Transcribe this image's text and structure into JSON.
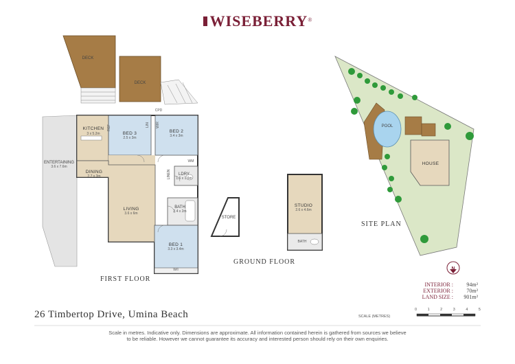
{
  "brand": {
    "name": "WISEBERRY",
    "reg": "®"
  },
  "first_floor": {
    "label": "FIRST FLOOR",
    "rooms": {
      "deck_1": "DECK",
      "deck_2": "DECK",
      "kitchen": "KITCHEN",
      "kitchen_dim": "3 x 5.2m",
      "bed3": "BED 3",
      "bed3_dim": "2.5 x 3m",
      "bed2": "BED 2",
      "bed2_dim": "3.4 x 3m",
      "entertaining": "ENTERTAINING",
      "entertaining_dim": "3.6 x 7.6m",
      "dining": "DINING",
      "dining_dim": "2.7 x 3m",
      "living": "LIVING",
      "living_dim": "3.6 x 6m",
      "bath": "BATH",
      "bath_dim": "2.4 x 2m",
      "ldry": "LDRY",
      "ldry_dim": "1.6 x 1.6m",
      "bed1": "BED 1",
      "bed1_dim": "3.3 x 3.4m",
      "lin": "LIN",
      "ref": "REF",
      "wir": "WIR",
      "wir_btm": "W/I",
      "linen": "LINEN",
      "wm": "WM",
      "cpd": "CPD"
    }
  },
  "ground_floor": {
    "label": "GROUND FLOOR",
    "store": "STORE",
    "studio": "STUDIO",
    "studio_dim": "2.6 x 4.6m",
    "bath": "BATH"
  },
  "site_plan": {
    "label": "SITE PLAN",
    "pool": "POOL",
    "house": "HOUSE"
  },
  "compass": {
    "label": "N"
  },
  "areas": [
    {
      "label": "INTERIOR :",
      "value": "94m²"
    },
    {
      "label": "EXTERIOR :",
      "value": "70m²"
    },
    {
      "label": "LAND SIZE :",
      "value": "901m²"
    }
  ],
  "address": "26 Timbertop Drive, Umina Beach",
  "scale": {
    "label": "SCALE (METRES)",
    "ticks": [
      "0",
      "1",
      "2",
      "3",
      "4",
      "5"
    ]
  },
  "disclaimer": {
    "line1": "Scale in metres. Indicative only. Dimensions are approximate. All information contained herein is gathered from sources we believe",
    "line2": "to be reliable. However we cannot guarantee its accuracy and interested person should rely on their own enquiries."
  },
  "colors": {
    "brand": "#7a1f36",
    "deck": "#a67c46",
    "living": "#e6d8bd",
    "bedroom": "#cfe0ee",
    "wet": "#eaeaea",
    "outdoor": "#e2e2e2",
    "site_grass": "#dbe7c7",
    "tree": "#2f9a3a"
  }
}
